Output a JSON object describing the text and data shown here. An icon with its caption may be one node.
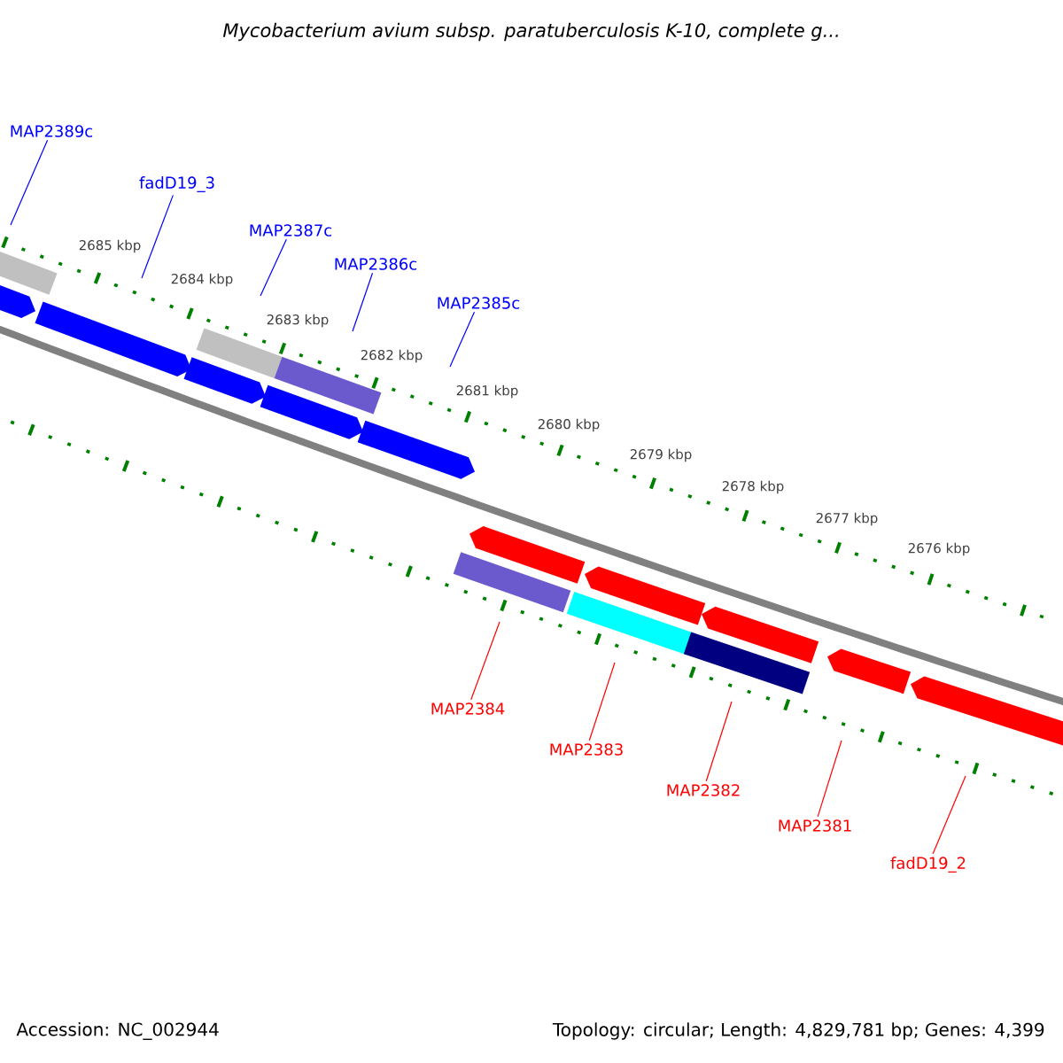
{
  "diagram": {
    "title": "Mycobacterium avium subsp. paratuberculosis K-10, complete g...",
    "nodes": [
      {
        "text": [
          "MAP2389c"
        ]
      },
      {
        "text": [
          "fadD19_3"
        ]
      },
      {
        "text": [
          "MAP2387c"
        ]
      },
      {
        "text": [
          "MAP2386c"
        ]
      },
      {
        "text": [
          "MAP2385c"
        ]
      },
      {
        "text": [
          "MAP2384"
        ]
      },
      {
        "text": [
          "MAP2383"
        ]
      },
      {
        "text": [
          "MAP2382"
        ]
      },
      {
        "text": [
          "MAP2381"
        ]
      },
      {
        "text": [
          "fadD19_2"
        ]
      }
    ],
    "edges": [
      {
        "from": 0,
        "to": null,
        "arrow": "none",
        "color": "#0000ff"
      },
      {
        "from": 1,
        "to": null,
        "arrow": "none",
        "color": "#0000ff"
      },
      {
        "from": 2,
        "to": null,
        "arrow": "none",
        "color": "#0000ff"
      },
      {
        "from": 3,
        "to": null,
        "arrow": "none",
        "color": "#0000ff"
      },
      {
        "from": 4,
        "to": null,
        "arrow": "none",
        "color": "#0000ff"
      },
      {
        "from": 5,
        "to": null,
        "arrow": "none",
        "color": "#ff0000"
      },
      {
        "from": 6,
        "to": null,
        "arrow": "none",
        "color": "#ff0000"
      },
      {
        "from": 7,
        "to": null,
        "arrow": "none",
        "color": "#ff0000"
      },
      {
        "from": 8,
        "to": null,
        "arrow": "none",
        "color": "#ff0000"
      },
      {
        "from": 9,
        "to": null,
        "arrow": "none",
        "color": "#ff0000"
      }
    ],
    "labels": [
      "2685 kbp",
      "2684 kbp",
      "2683 kbp",
      "2682 kbp",
      "2681 kbp",
      "2680 kbp",
      "2679 kbp",
      "2678 kbp",
      "2677 kbp",
      "2676 kbp",
      "Accession: NC_002944",
      "Topology: circular; Length: 4,829,781 bp; Genes: 4,399"
    ]
  }
}
